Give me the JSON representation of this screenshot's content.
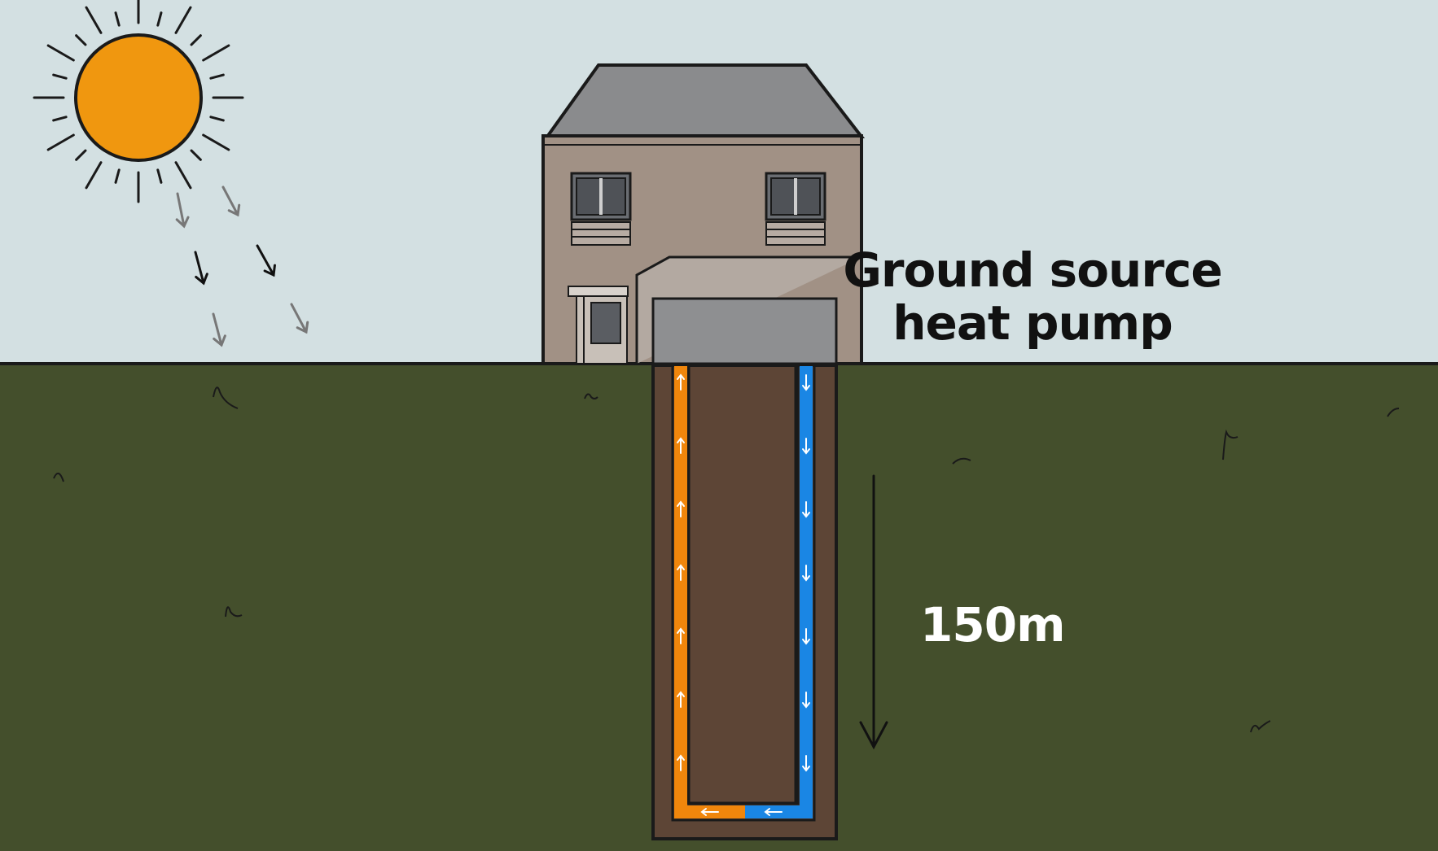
{
  "diagram": {
    "title_line1": "Ground source",
    "title_line2": "heat pump",
    "depth_label": "150m"
  },
  "colors": {
    "sky": "#d3e0e2",
    "ground": "#444f2c",
    "soil": "#5d4536",
    "sun": "#f0970f",
    "house_wall": "#a19185",
    "roof": "#8a8b8d",
    "garage_door": "#8e8f91",
    "warm_pipe": "#f0860c",
    "cold_pipe": "#1a86e4",
    "outline": "#222222",
    "depth_label_color": "#ffffff",
    "title_color": "#111111"
  },
  "icons": {
    "sun": "sun-icon",
    "sunlight_arrows": "arrow-down-icon",
    "flow_arrows": "arrow-icon"
  }
}
